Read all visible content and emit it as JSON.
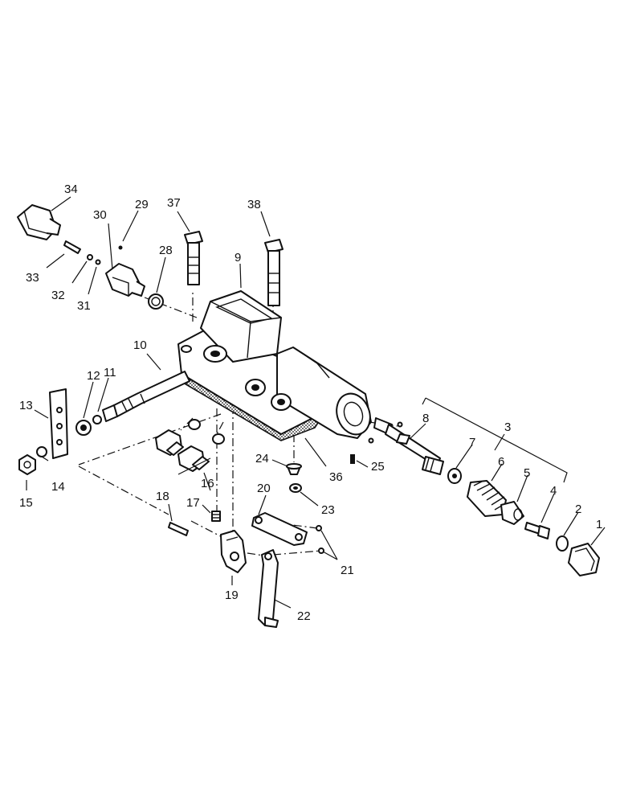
{
  "diagram": {
    "part_labels": [
      "1",
      "2",
      "3",
      "4",
      "5",
      "6",
      "7",
      "8",
      "9",
      "10",
      "11",
      "12",
      "13",
      "14",
      "15",
      "16",
      "17",
      "18",
      "19",
      "20",
      "21",
      "22",
      "23",
      "24",
      "25",
      "28",
      "29",
      "30",
      "31",
      "32",
      "33",
      "34",
      "36",
      "37",
      "38"
    ]
  }
}
